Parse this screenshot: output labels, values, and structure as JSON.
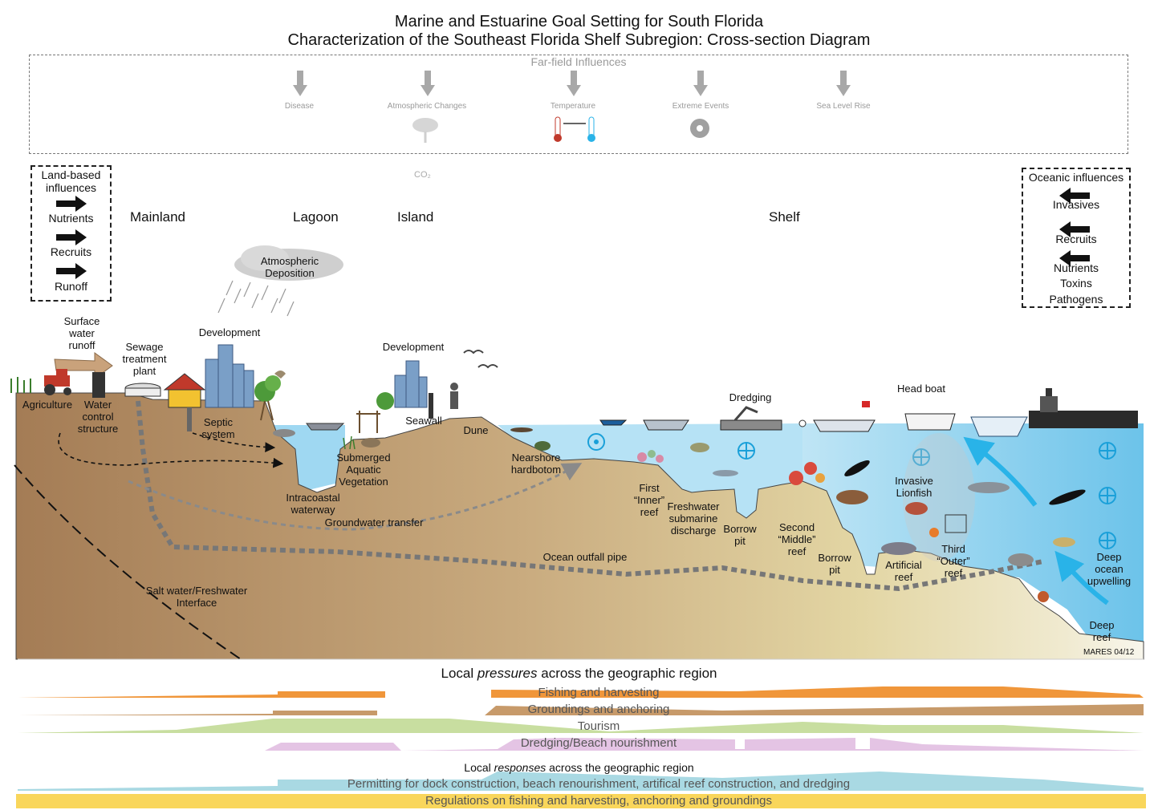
{
  "title": {
    "line1": "Marine and Estuarine Goal Setting for South Florida",
    "line2": "Characterization of the Southeast Florida Shelf Subregion: Cross-section Diagram"
  },
  "far_field": {
    "title": "Far-field Influences",
    "items": [
      "Disease",
      "Atmospheric Changes",
      "Temperature",
      "Extreme Events",
      "Sea Level Rise"
    ],
    "co2": "CO₂"
  },
  "land_based": {
    "title_line1": "Land-based",
    "title_line2": "influences",
    "items": [
      "Nutrients",
      "Recruits",
      "Runoff"
    ]
  },
  "oceanic": {
    "title": "Oceanic influences",
    "items": [
      "Invasives",
      "Recruits",
      "Nutrients",
      "Toxins",
      "Pathogens"
    ]
  },
  "regions": [
    "Mainland",
    "Lagoon",
    "Island",
    "Shelf"
  ],
  "labels": {
    "atmospheric_deposition": [
      "Atmospheric",
      "Deposition"
    ],
    "surface_runoff": [
      "Surface",
      "water",
      "runoff"
    ],
    "sewage_plant": [
      "Sewage",
      "treatment",
      "plant"
    ],
    "development_mainland": "Development",
    "development_island": "Development",
    "agriculture": "Agriculture",
    "water_control": [
      "Water",
      "control",
      "structure"
    ],
    "septic": [
      "Septic",
      "system"
    ],
    "seawall": "Seawall",
    "dune": "Dune",
    "sav": [
      "Submerged",
      "Aquatic",
      "Vegetation"
    ],
    "intracoastal": [
      "Intracoastal",
      "waterway"
    ],
    "groundwater": "Groundwater transfer",
    "nearshore": [
      "Nearshore",
      "hardbotom"
    ],
    "dredging": "Dredging",
    "head_boat": "Head boat",
    "first_reef": [
      "First",
      "“Inner”",
      "reef"
    ],
    "fw_discharge": [
      "Freshwater",
      "submarine",
      "discharge"
    ],
    "borrow_pit_1": [
      "Borrow",
      "pit"
    ],
    "second_reef": [
      "Second",
      "“Middle”",
      "reef"
    ],
    "borrow_pit_2": [
      "Borrow",
      "pit"
    ],
    "invasive_lionfish": [
      "Invasive",
      "Lionfish"
    ],
    "artificial_reef": [
      "Artificial",
      "reef"
    ],
    "third_reef": [
      "Third",
      "“Outer”",
      "reef"
    ],
    "upwelling": [
      "Deep",
      "ocean",
      "upwelling"
    ],
    "deep_reef": [
      "Deep",
      "reef"
    ],
    "outfall": "Ocean outfall pipe",
    "saltwater": [
      "Salt water/Freshwater",
      "Interface"
    ],
    "credit": "MARES 04/12"
  },
  "pressures": {
    "title_prefix": "Local ",
    "title_em": "pressures",
    "title_suffix": " across the geographic region",
    "bands": [
      "Fishing and harvesting",
      "Groundings and anchoring",
      "Tourism",
      "Dredging/Beach nourishment"
    ]
  },
  "responses": {
    "title_prefix": "Local ",
    "title_em": "responses",
    "title_suffix": " across the geographic region",
    "bands": [
      "Permitting for dock construction, beach renourishment, artifical reef construction, and dredging",
      "Regulations on fishing and harvesting, anchoring and groundings"
    ]
  },
  "colors": {
    "land": "#b08a62",
    "sand": "#e8dcae",
    "water": "#8fd2ef",
    "fishing": "#f0963a",
    "groundings": "#c79a6a",
    "tourism": "#c8dea0",
    "dredging": "#e4c4e4",
    "permitting": "#a9d9e3",
    "regulations": "#f9d65b"
  }
}
